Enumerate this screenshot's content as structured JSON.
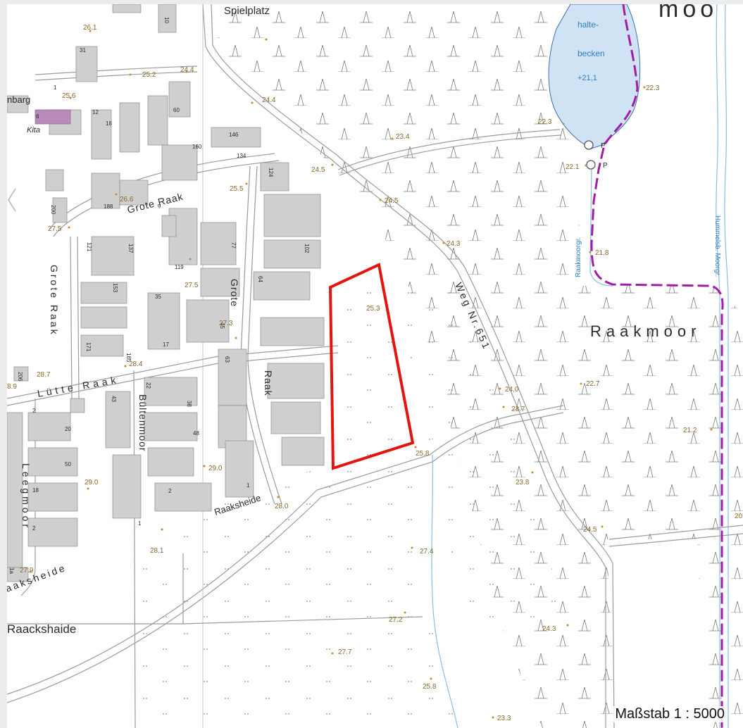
{
  "map": {
    "scale_text": "Maßstab 1 : 5000",
    "colors": {
      "water": "#cfe3f4",
      "building": "#cfcfcf",
      "building_stroke": "#8d8d8d",
      "road": "#9b9b9b",
      "parcel_outline": "#e3160f",
      "boundary": "#a21ca6",
      "stream": "#86bde6",
      "elev_dot": "#c88a2a",
      "kita": "#b98ab9"
    },
    "areas": {
      "spielplatz": "Spielplatz",
      "kita": "Kita",
      "raakmoor": "Raakmoor",
      "moor_top": "moo",
      "raackshaide": "Raackshaide",
      "becken_1": "halte-",
      "becken_2": "becken",
      "becken_level": "+21,1",
      "parking": "P"
    },
    "streets": {
      "grote_raak_top": "Grote Raak",
      "grote_raak_vert": "Grote Raak",
      "grote_raak_mid_1": "Grote",
      "grote_raak_mid_2": "Raak",
      "lutte_raak": "Lütte Raak",
      "bultenmoor": "Bültenmoor",
      "leegmoor": "Leegmoor",
      "raaksheide": "Raaksheide",
      "raaksheide_left": "aaksheide",
      "weg_nr": "Weg Nr.651",
      "barg": "nbarg",
      "raakmoorgr": "Raakmoorgr.",
      "hummelsb": "Hummelsb. Moorgr."
    },
    "house_numbers": [
      "10",
      "31",
      "1",
      "12",
      "18",
      "60",
      "6",
      "146",
      "134",
      "160",
      "124",
      "9",
      "188",
      "200",
      "121",
      "137",
      "77",
      "102",
      "119",
      "153",
      "64",
      "35",
      "45",
      "17",
      "171",
      "185",
      "206",
      "63",
      "43",
      "22",
      "38",
      "2",
      "20",
      "50",
      "18",
      "2",
      "48",
      "2",
      "1",
      "1",
      "1a"
    ],
    "elevations": [
      "26.1",
      "25.2",
      "24.4",
      "25.6",
      "24.4",
      "22.3",
      "22.3",
      "23.4",
      "24.5",
      "24.5",
      "25.5",
      "26.6",
      "22.1",
      "27.5",
      "24.3",
      "21.8",
      "27.5",
      "25.3",
      "27.3",
      "28.4",
      "28.7",
      "8.9",
      "24.0",
      "22.7",
      "23.7",
      "25.8",
      "21.2",
      "29.0",
      "23.8",
      "29.0",
      "28.0",
      "20.",
      "24.5",
      "28.1",
      "27.4",
      "27.9",
      "27.2",
      "24.3",
      "27.7",
      "25.8",
      "23.3"
    ]
  }
}
